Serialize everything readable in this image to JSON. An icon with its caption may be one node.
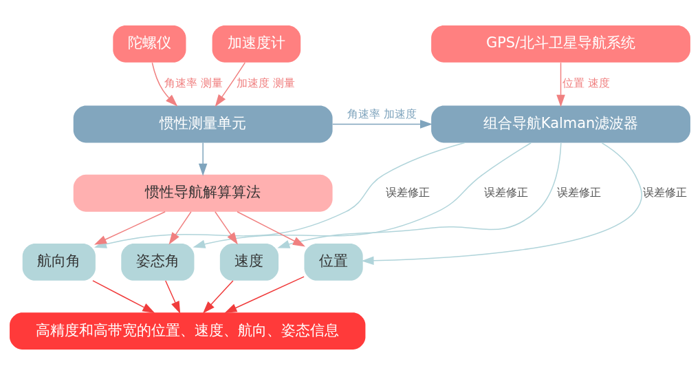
{
  "diagram": {
    "nodes": [
      {
        "text": [
          "陀螺仪"
        ]
      },
      {
        "text": [
          "加速度计"
        ]
      },
      {
        "text": [
          "GPS/北斗卫星导航系统"
        ]
      },
      {
        "text": [
          "惯性测量单元"
        ]
      },
      {
        "text": [
          "组合导航Kalman滤波器"
        ]
      },
      {
        "text": [
          "惯性导航解算算法"
        ]
      },
      {
        "text": [
          "航向角"
        ]
      },
      {
        "text": [
          "姿态角"
        ]
      },
      {
        "text": [
          "速度"
        ]
      },
      {
        "text": [
          "位置"
        ]
      },
      {
        "text": [
          "高精度和高带宽的位置、速度、航向、姿态信息"
        ]
      }
    ],
    "edges": [
      {
        "from": 0,
        "to": 3,
        "arrow": "to",
        "label": "角速率 测量"
      },
      {
        "from": 1,
        "to": 3,
        "arrow": "to",
        "label": "加速度 测量"
      },
      {
        "from": 2,
        "to": 4,
        "arrow": "to",
        "label": "位置 速度"
      },
      {
        "from": 3,
        "to": 4,
        "arrow": "to",
        "label": "角速率 加速度",
        "color": "#7fa4bd"
      },
      {
        "from": 3,
        "to": 5,
        "arrow": "to",
        "color": "#7fa4bd"
      },
      {
        "from": 5,
        "to": 6,
        "arrow": "to"
      },
      {
        "from": 5,
        "to": 7,
        "arrow": "to"
      },
      {
        "from": 5,
        "to": 8,
        "arrow": "to"
      },
      {
        "from": 5,
        "to": 9,
        "arrow": "to"
      },
      {
        "from": 4,
        "to": 6,
        "arrow": "to",
        "label": "误差修正",
        "color": "#b0d4da"
      },
      {
        "from": 4,
        "to": 7,
        "arrow": "to",
        "label": "误差修正",
        "color": "#b0d4da"
      },
      {
        "from": 4,
        "to": 8,
        "arrow": "to",
        "label": "误差修正",
        "color": "#b0d4da"
      },
      {
        "from": 4,
        "to": 9,
        "arrow": "to",
        "label": "误差修正",
        "color": "#b0d4da"
      },
      {
        "from": 6,
        "to": 10,
        "arrow": "to",
        "color": "#f03c3c"
      },
      {
        "from": 7,
        "to": 10,
        "arrow": "to",
        "color": "#f03c3c"
      },
      {
        "from": 8,
        "to": 10,
        "arrow": "to",
        "color": "#f03c3c"
      },
      {
        "from": 9,
        "to": 10,
        "arrow": "to",
        "color": "#f03c3c"
      }
    ]
  }
}
